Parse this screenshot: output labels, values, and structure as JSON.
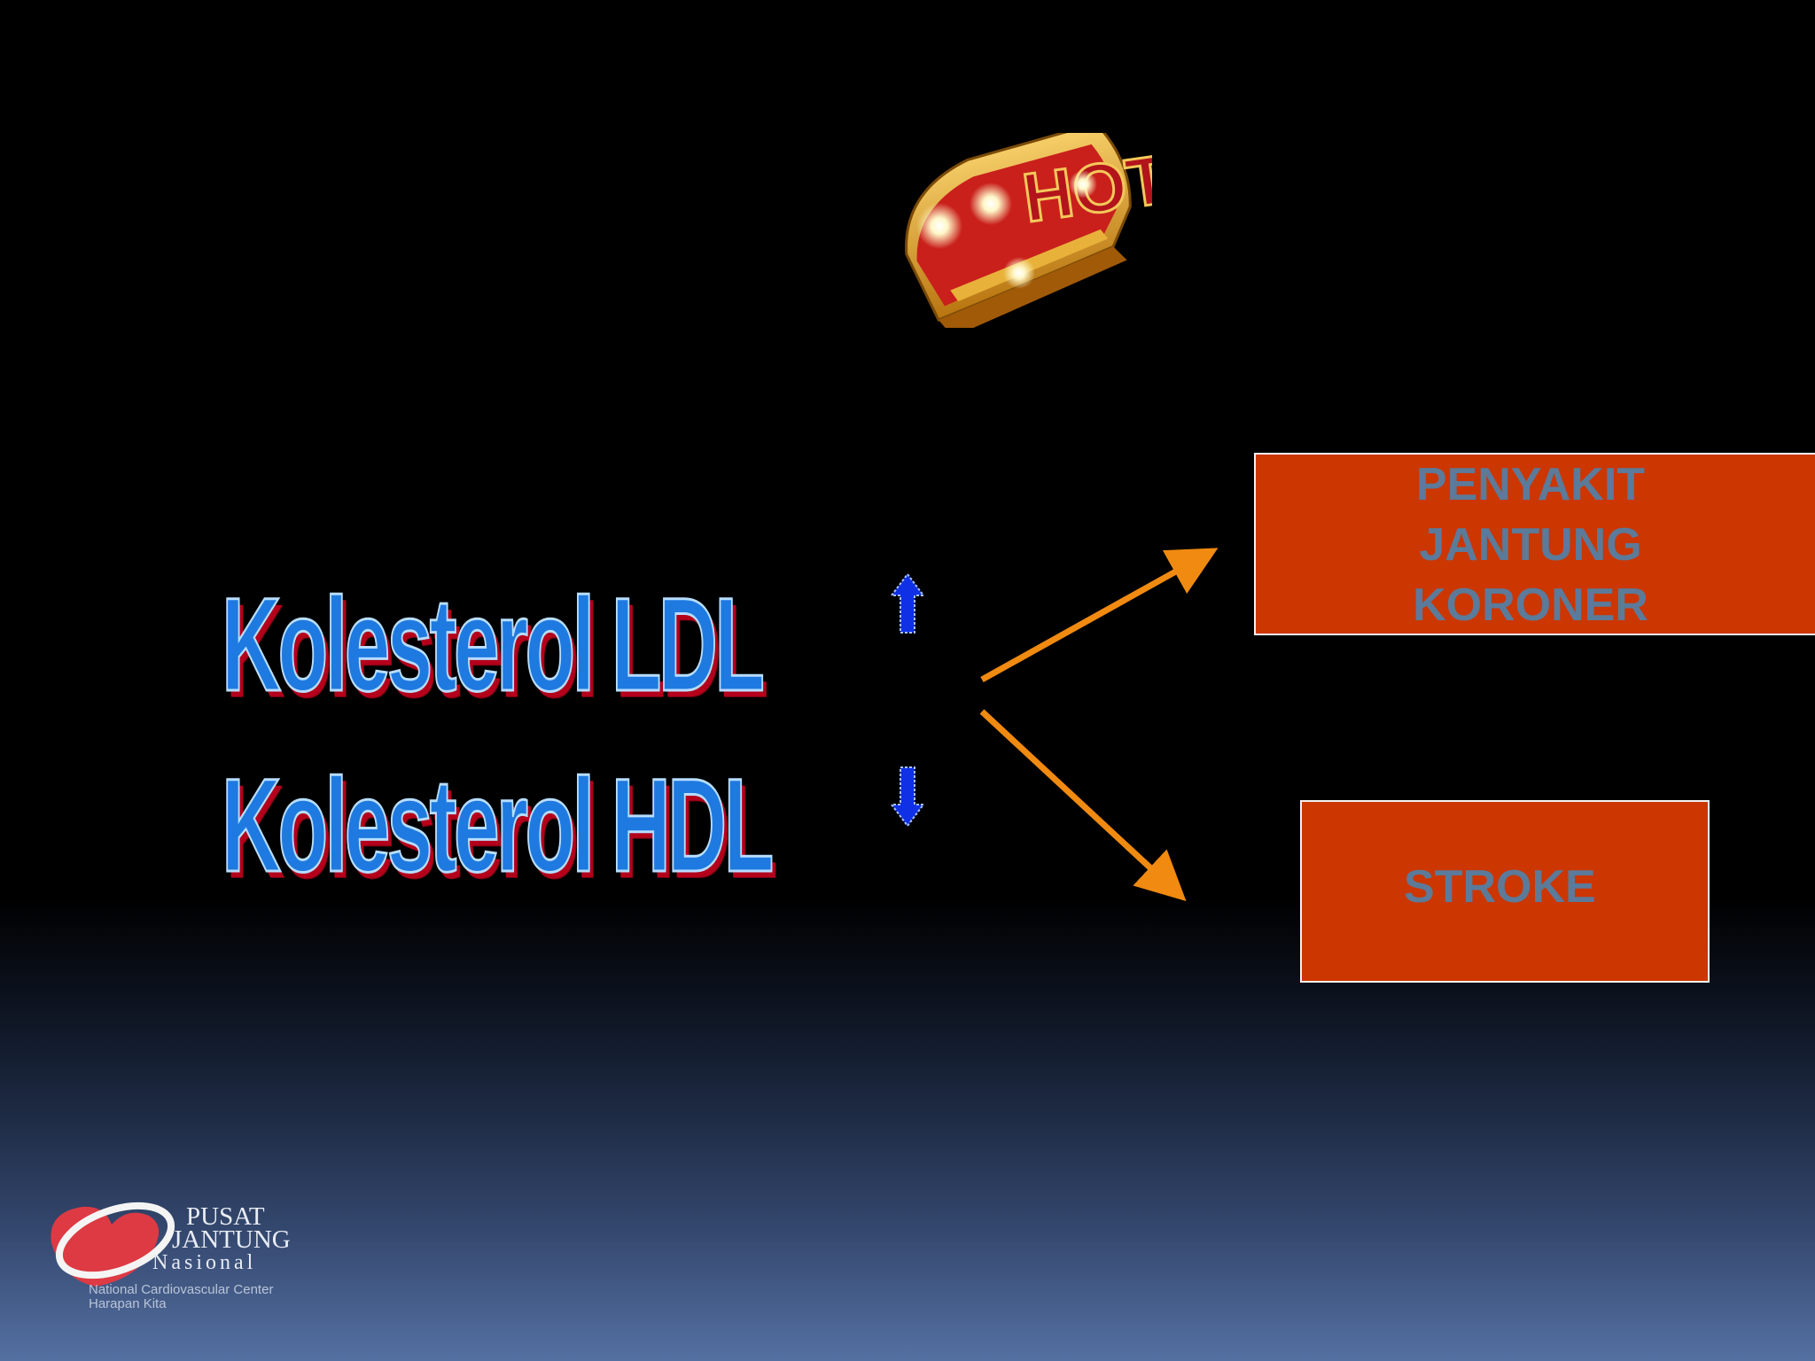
{
  "slide": {
    "left_labels": {
      "ldl": "Kolesterol LDL",
      "hdl": "Kolesterol HDL"
    },
    "indicators": {
      "ldl": "arrow-up-icon",
      "hdl": "arrow-down-icon"
    },
    "outcomes": {
      "pjk": "PENYAKIT\nJANTUNG\nKORONER",
      "stroke": "STROKE"
    },
    "badge": {
      "icon": "hot-badge-icon",
      "text": "HOT"
    },
    "logo": {
      "line1": "PUSAT",
      "line2": "JANTUNG",
      "line3": "Nasional",
      "subline1": "National Cardiovascular Center",
      "subline2": "Harapan Kita"
    },
    "colors": {
      "box_fill": "#cc3600",
      "box_text": "#5c7a99",
      "connector_arrows": "#f08a10",
      "label_fill": "#1e7ae0",
      "label_shadow": "#b4001b"
    }
  }
}
